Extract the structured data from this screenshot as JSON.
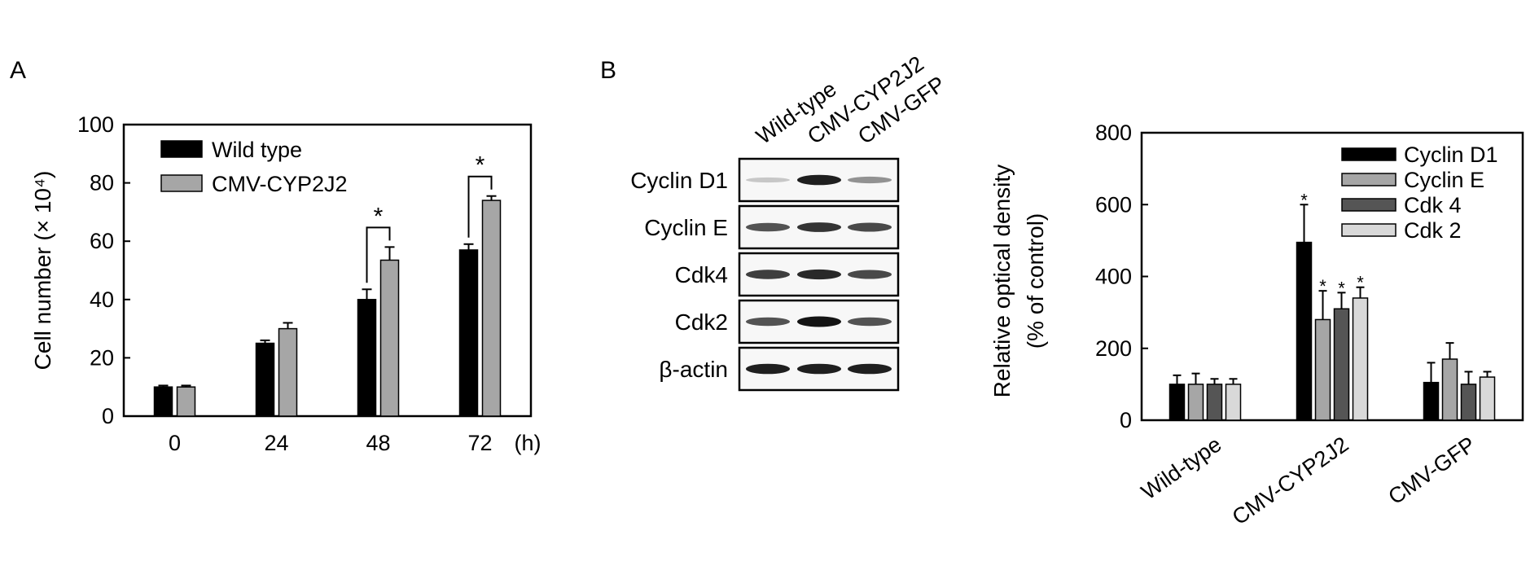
{
  "panels": {
    "a": "A",
    "b": "B"
  },
  "chart_data": [
    {
      "type": "bar",
      "categories": [
        "0",
        "24",
        "48",
        "72"
      ],
      "x_unit": "(h)",
      "ylabel": "Cell number  (× 10⁴)",
      "ylim": [
        0,
        100
      ],
      "yticks": [
        0,
        20,
        40,
        60,
        80,
        100
      ],
      "legend_position": "top-left",
      "series": [
        {
          "name": "Wild type",
          "color": "#000000",
          "values": [
            10,
            25,
            40,
            57
          ],
          "errors": [
            0.5,
            1,
            3.5,
            2
          ]
        },
        {
          "name": "CMV-CYP2J2",
          "color": "#a6a6a6",
          "values": [
            10,
            30,
            53.5,
            74
          ],
          "errors": [
            0.5,
            2,
            4.5,
            1.5
          ]
        }
      ],
      "annotations": [
        {
          "category": "48",
          "text": "*"
        },
        {
          "category": "72",
          "text": "*"
        }
      ]
    },
    {
      "type": "bar",
      "categories": [
        "Wild-type",
        "CMV-CYP2J2",
        "CMV-GFP"
      ],
      "ylabel_line1": "Relative optical density",
      "ylabel_line2": "(% of control)",
      "ylim": [
        0,
        800
      ],
      "yticks": [
        0,
        200,
        400,
        600,
        800
      ],
      "legend_position": "top-right",
      "series": [
        {
          "name": "Cyclin D1",
          "color": "#000000",
          "values": [
            100,
            495,
            105
          ],
          "errors": [
            25,
            105,
            55
          ],
          "stars": [
            false,
            true,
            false
          ]
        },
        {
          "name": "Cyclin E",
          "color": "#a6a6a6",
          "values": [
            100,
            280,
            170
          ],
          "errors": [
            30,
            80,
            45
          ],
          "stars": [
            false,
            true,
            false
          ]
        },
        {
          "name": "Cdk 4",
          "color": "#555555",
          "values": [
            100,
            310,
            100
          ],
          "errors": [
            15,
            45,
            35
          ],
          "stars": [
            false,
            true,
            false
          ]
        },
        {
          "name": "Cdk 2",
          "color": "#d9d9d9",
          "values": [
            100,
            340,
            120
          ],
          "errors": [
            15,
            30,
            15
          ],
          "stars": [
            false,
            true,
            false
          ]
        }
      ],
      "star_text": "*"
    }
  ],
  "blot": {
    "columns": [
      "Wild-type",
      "CMV-CYP2J2",
      "CMV-GFP"
    ],
    "rows": [
      {
        "label": "Cyclin D1",
        "intensities": [
          0.15,
          0.95,
          0.4
        ]
      },
      {
        "label": "Cyclin E",
        "intensities": [
          0.7,
          0.85,
          0.75
        ]
      },
      {
        "label": "Cdk4",
        "intensities": [
          0.8,
          0.9,
          0.75
        ]
      },
      {
        "label": "Cdk2",
        "intensities": [
          0.7,
          1.0,
          0.7
        ]
      },
      {
        "label": "β-actin",
        "intensities": [
          0.95,
          0.95,
          0.95
        ]
      }
    ]
  }
}
